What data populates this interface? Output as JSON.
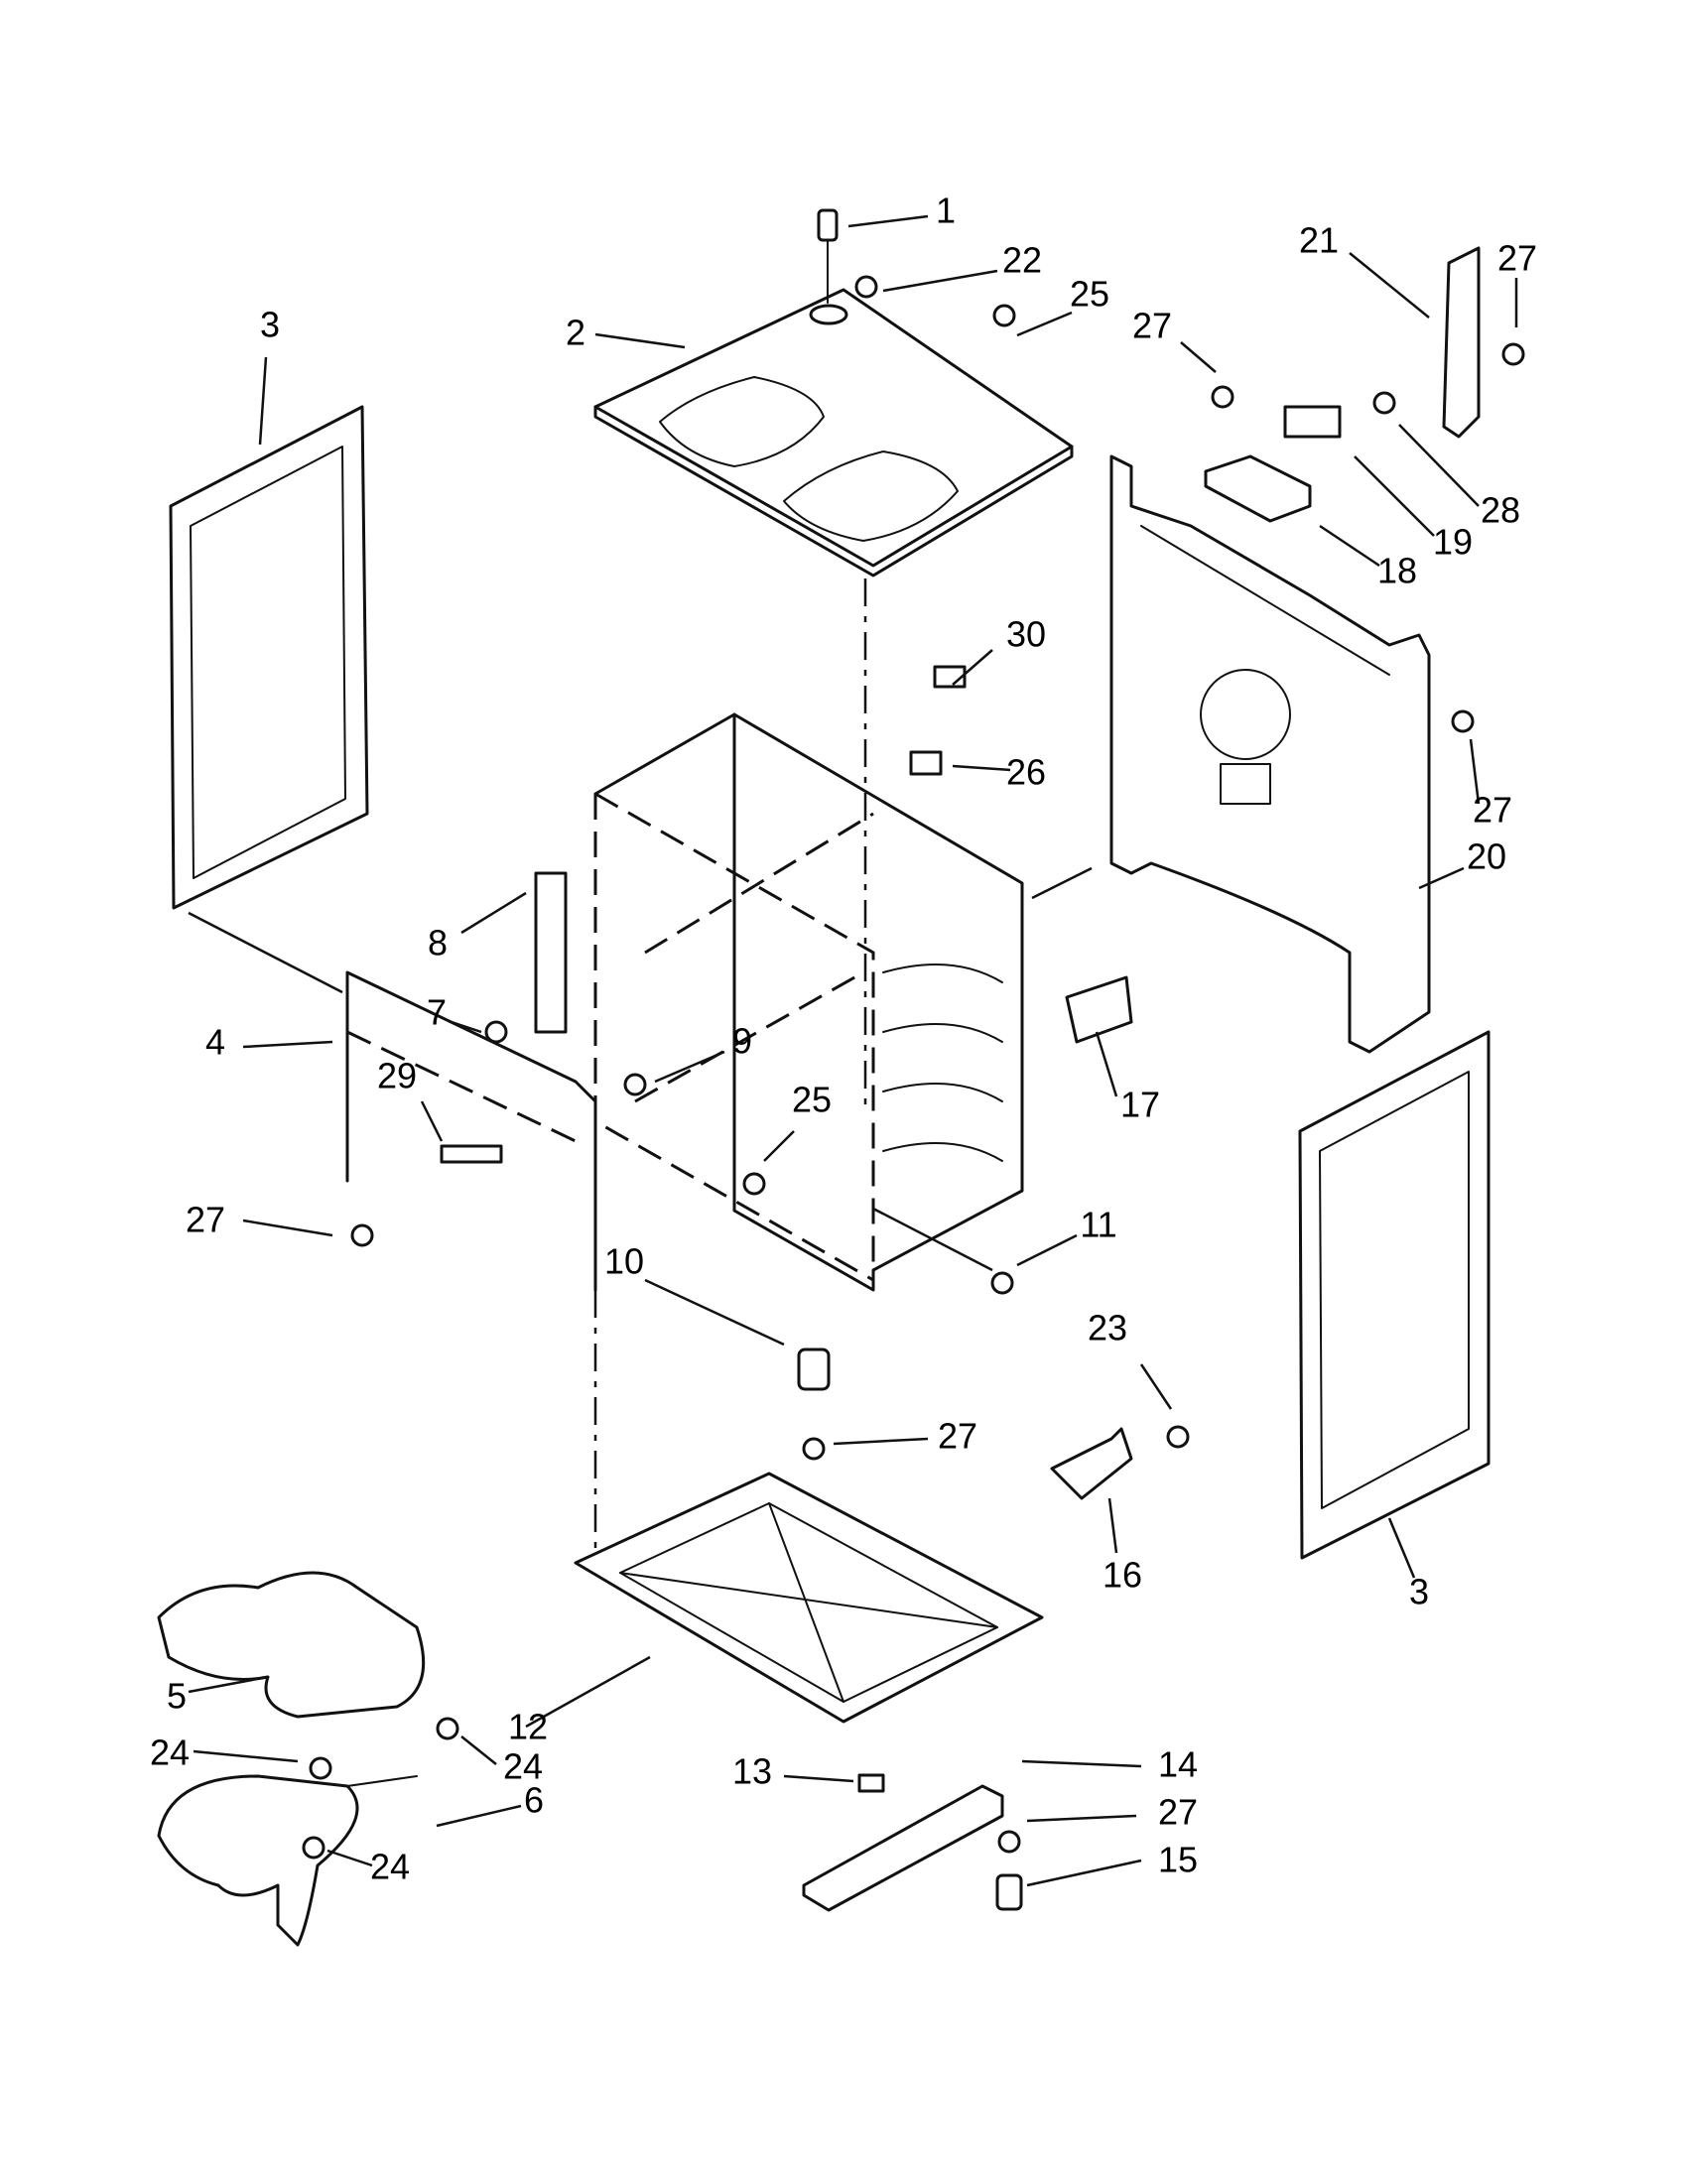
{
  "callouts": [
    {
      "id": "c1",
      "text": "1"
    },
    {
      "id": "c2",
      "text": "2"
    },
    {
      "id": "c3a",
      "text": "3"
    },
    {
      "id": "c3b",
      "text": "3"
    },
    {
      "id": "c4",
      "text": "4"
    },
    {
      "id": "c5",
      "text": "5"
    },
    {
      "id": "c6",
      "text": "6"
    },
    {
      "id": "c7",
      "text": "7"
    },
    {
      "id": "c8",
      "text": "8"
    },
    {
      "id": "c9",
      "text": "9"
    },
    {
      "id": "c10",
      "text": "10"
    },
    {
      "id": "c11",
      "text": "11"
    },
    {
      "id": "c12",
      "text": "12"
    },
    {
      "id": "c13",
      "text": "13"
    },
    {
      "id": "c14",
      "text": "14"
    },
    {
      "id": "c15",
      "text": "15"
    },
    {
      "id": "c16",
      "text": "16"
    },
    {
      "id": "c17",
      "text": "17"
    },
    {
      "id": "c18",
      "text": "18"
    },
    {
      "id": "c19",
      "text": "19"
    },
    {
      "id": "c20",
      "text": "20"
    },
    {
      "id": "c21",
      "text": "21"
    },
    {
      "id": "c22",
      "text": "22"
    },
    {
      "id": "c23",
      "text": "23"
    },
    {
      "id": "c24a",
      "text": "24"
    },
    {
      "id": "c24b",
      "text": "24"
    },
    {
      "id": "c24c",
      "text": "24"
    },
    {
      "id": "c25a",
      "text": "25"
    },
    {
      "id": "c25b",
      "text": "25"
    },
    {
      "id": "c26",
      "text": "26"
    },
    {
      "id": "c27a",
      "text": "27"
    },
    {
      "id": "c27b",
      "text": "27"
    },
    {
      "id": "c27c",
      "text": "27"
    },
    {
      "id": "c27d",
      "text": "27"
    },
    {
      "id": "c27e",
      "text": "27"
    },
    {
      "id": "c27f",
      "text": "27"
    },
    {
      "id": "c28",
      "text": "28"
    },
    {
      "id": "c29",
      "text": "29"
    },
    {
      "id": "c30",
      "text": "30"
    }
  ]
}
